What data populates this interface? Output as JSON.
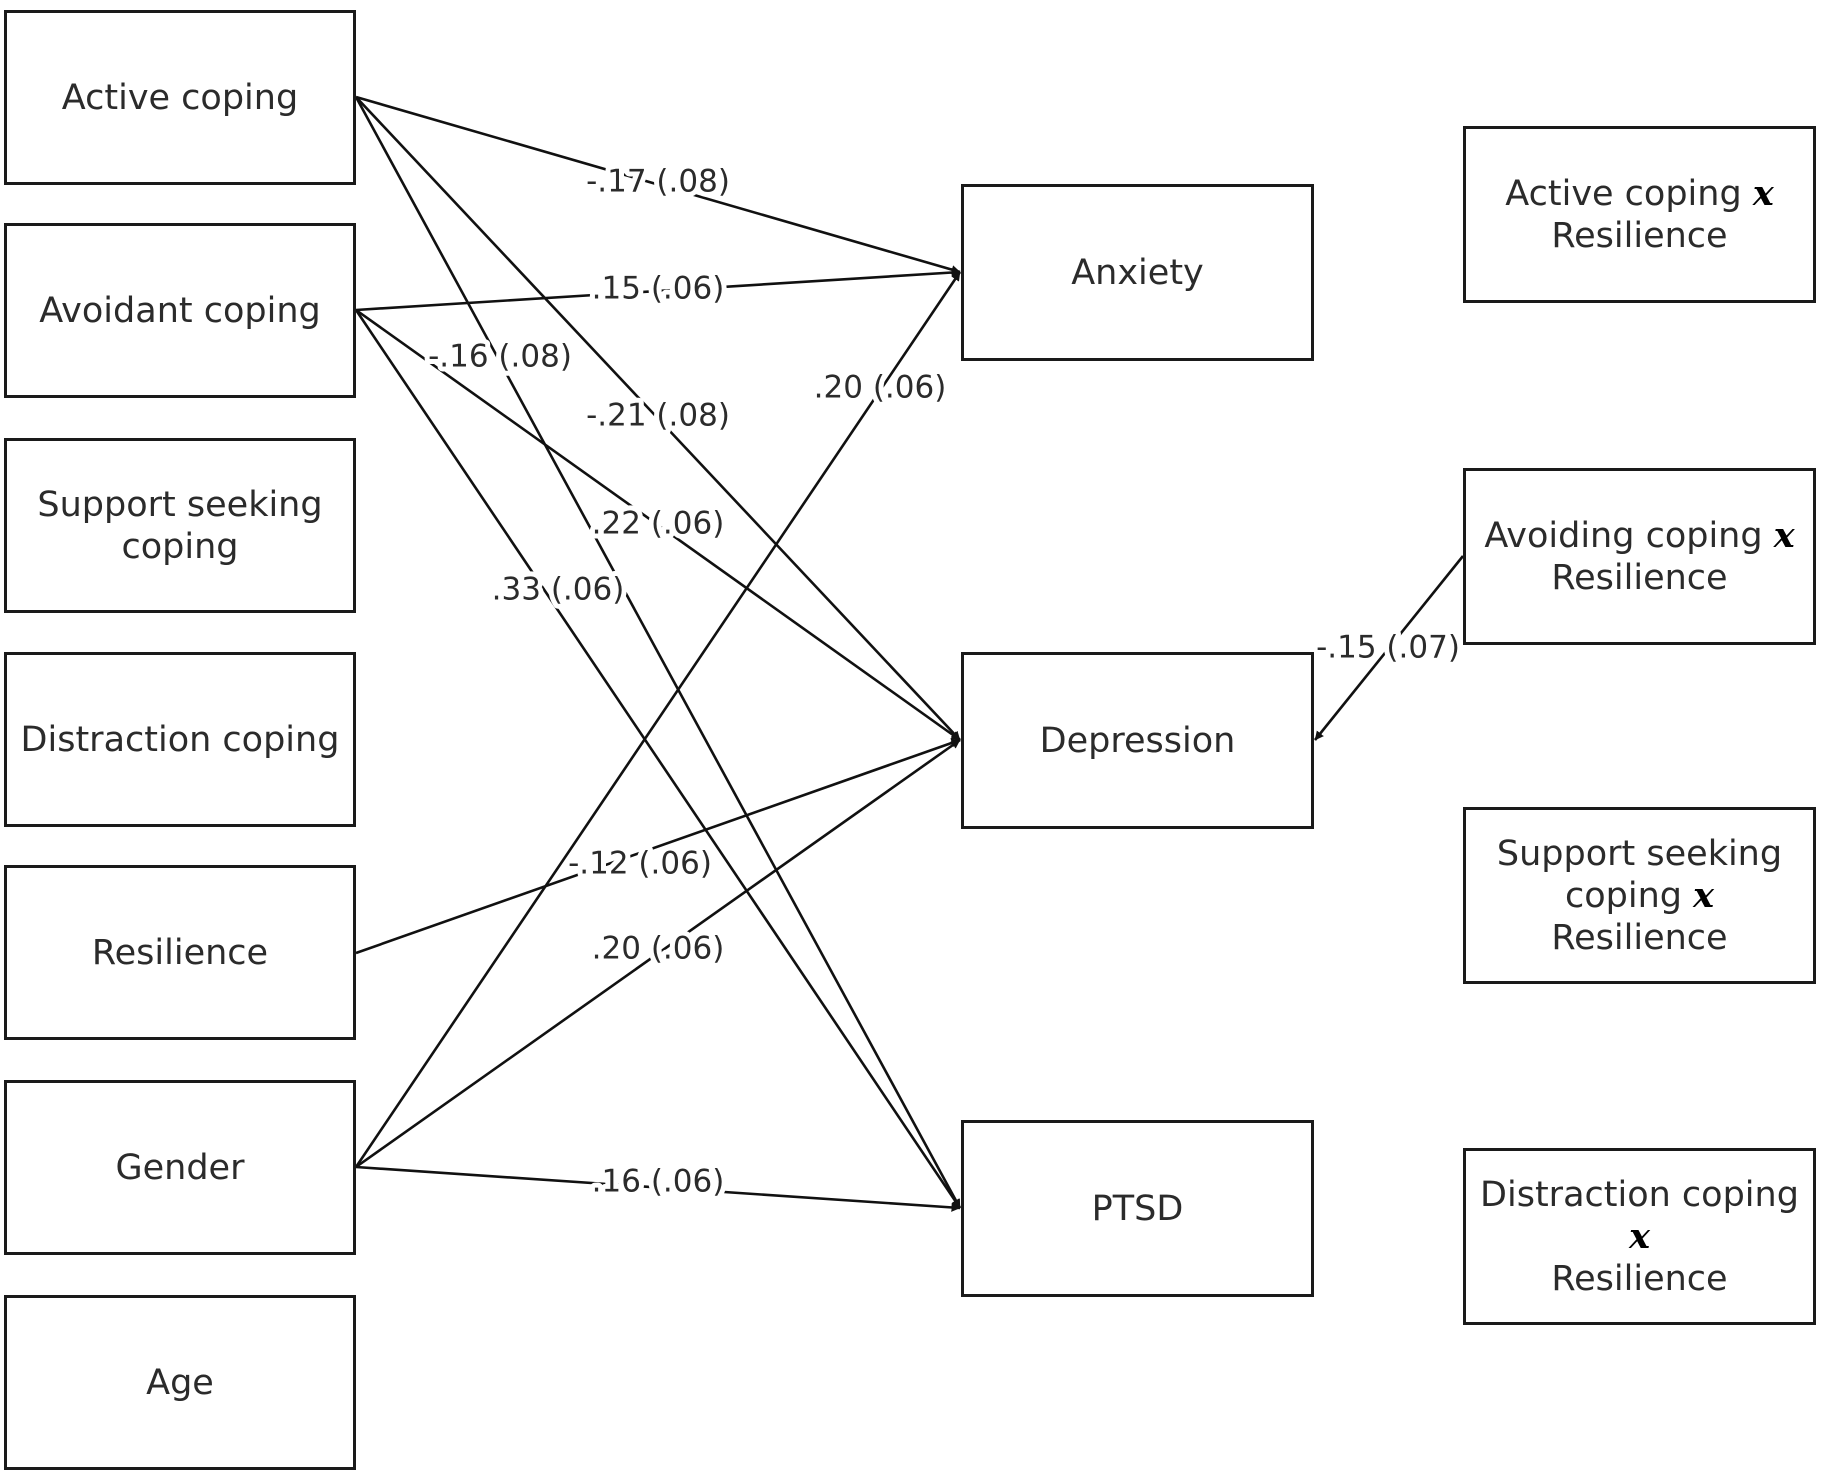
{
  "predictors": {
    "active_coping": "Active coping",
    "avoidant_coping": "Avoidant coping",
    "support_seeking_line1": "Support seeking",
    "support_seeking_line2": "coping",
    "distraction_coping": "Distraction coping",
    "resilience": "Resilience",
    "gender": "Gender",
    "age": "Age"
  },
  "outcomes": {
    "anxiety": "Anxiety",
    "depression": "Depression",
    "ptsd": "PTSD"
  },
  "interactions": {
    "active_line1": "Active coping",
    "active_line2": "Resilience",
    "avoiding_line1": "Avoiding coping",
    "avoiding_line2": "Resilience",
    "support_line1": "Support seeking",
    "support_line2a": "coping",
    "support_line2b": "Resilience",
    "distraction_line1": "Distraction coping",
    "distraction_line2": "Resilience",
    "multiply_symbol": "x"
  },
  "paths": [
    {
      "id": "active-anxiety",
      "from": "active_coping",
      "to": "anxiety",
      "label": "-.17 (.08)"
    },
    {
      "id": "avoidant-anxiety",
      "from": "avoidant_coping",
      "to": "anxiety",
      "label": ".15 (.06)"
    },
    {
      "id": "active-ptsd",
      "from": "active_coping",
      "to": "ptsd",
      "label": "-.16 (.08)"
    },
    {
      "id": "active-depression",
      "from": "active_coping",
      "to": "depression",
      "label": "-.21 (.08)"
    },
    {
      "id": "gender-anxiety",
      "from": "gender",
      "to": "anxiety",
      "label": ".20 (.06)"
    },
    {
      "id": "avoidant-depression",
      "from": "avoidant_coping",
      "to": "depression",
      "label": ".22 (.06)"
    },
    {
      "id": "avoidant-ptsd",
      "from": "avoidant_coping",
      "to": "ptsd",
      "label": ".33 (.06)"
    },
    {
      "id": "avoiding-interaction-depression",
      "from": "avoiding_interaction",
      "to": "depression",
      "label": "-.15 (.07)"
    },
    {
      "id": "resilience-depression",
      "from": "resilience",
      "to": "depression",
      "label": "-.12 (.06)"
    },
    {
      "id": "gender-depression",
      "from": "gender",
      "to": "depression",
      "label": ".20 (.06)"
    },
    {
      "id": "gender-ptsd",
      "from": "gender",
      "to": "ptsd",
      "label": ".16 (.06)"
    }
  ]
}
